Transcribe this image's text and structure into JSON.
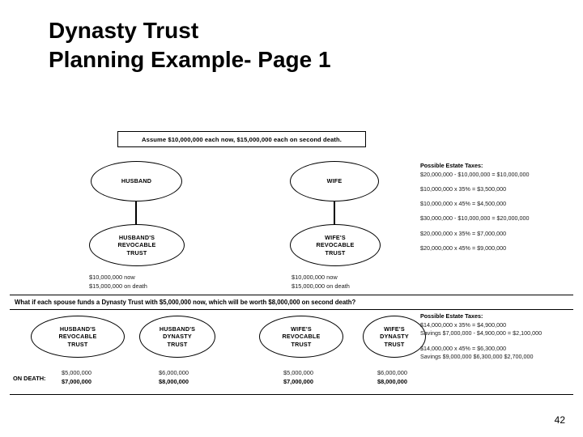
{
  "slide": {
    "title_line1": "Dynasty Trust",
    "title_line2": "Planning Example- Page 1",
    "page_number": "42"
  },
  "assumption": {
    "text": "Assume $10,000,000 each now, $15,000,000 each on second death."
  },
  "top_diagram": {
    "nodes": {
      "husband": "HUSBAND",
      "wife": "WIFE",
      "husband_revocable_trust": "HUSBAND'S\nREVOCABLE\nTRUST",
      "wife_revocable_trust": "WIFE'S\nREVOCABLE\nTRUST"
    },
    "husband_values": {
      "now": "$10,000,000 now",
      "on_death": "$15,000,000 on death"
    },
    "wife_values": {
      "now": "$10,000,000 now",
      "on_death": "$15,000,000 on death"
    }
  },
  "top_taxes": {
    "heading": "Possible Estate Taxes:",
    "lines": [
      "$20,000,000 - $10,000,000 = $10,000,000",
      "$10,000,000 x 35% = $3,500,000",
      "$10,000,000 x 45% = $4,500,000",
      "$30,000,000 - $10,000,000 = $20,000,000",
      "$20,000,000 x 35% = $7,000,000",
      "$20,000,000 x 45% = $9,000,000"
    ]
  },
  "question_bar": {
    "text": "What if each spouse funds a Dynasty Trust with $5,000,000 now, which will be worth $8,000,000 on second death?"
  },
  "bottom_diagram": {
    "nodes": {
      "husband_revocable_trust": "HUSBAND'S\nREVOCABLE\nTRUST",
      "husband_dynasty_trust": "HUSBAND'S\nDYNASTY\nTRUST",
      "wife_revocable_trust": "WIFE'S\nREVOCABLE\nTRUST",
      "wife_dynasty_trust": "WIFE'S\nDYNASTY\nTRUST"
    },
    "on_death_label": "ON DEATH:",
    "values": [
      {
        "now": "$5,000,000",
        "on_death": "$7,000,000"
      },
      {
        "now": "$6,000,000",
        "on_death": "$8,000,000"
      },
      {
        "now": "$5,000,000",
        "on_death": "$7,000,000"
      },
      {
        "now": "$6,000,000",
        "on_death": "$8,000,000"
      }
    ]
  },
  "bottom_taxes": {
    "heading": "Possible Estate Taxes:",
    "group1": {
      "tax": "$14,000,000 x 35% = $4,900,000",
      "savings": "Savings  $7,000,000 - $4,900,000 = $2,100,000"
    },
    "group2": {
      "tax": "$14,000,000 x 45% = $6,300,000",
      "savings": "Savings  $9,000,000  $6,300,000   $2,700,000"
    }
  }
}
